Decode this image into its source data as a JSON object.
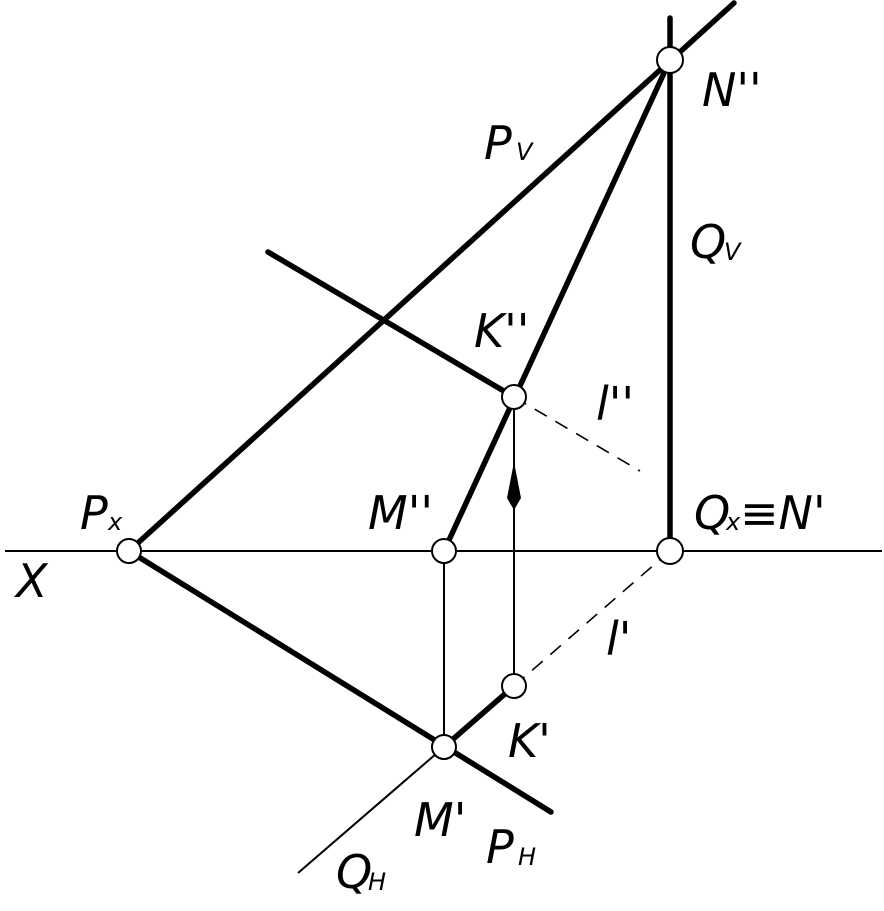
{
  "labels": {
    "n2": "N''",
    "pv": "P",
    "pv_sub": "V",
    "qv": "Q",
    "qv_sub": "V",
    "k2": "K''",
    "l2": "l''",
    "px": "P",
    "px_sub": "x",
    "m2": "M''",
    "qx": "Q",
    "qx_sub": "x",
    "qx_eq": "≡N'",
    "x_axis": "X",
    "l1": "l'",
    "k1": "K'",
    "m1": "M'",
    "ph": "P",
    "ph_sub": "H",
    "qh": "Q",
    "qh_sub": "H"
  }
}
